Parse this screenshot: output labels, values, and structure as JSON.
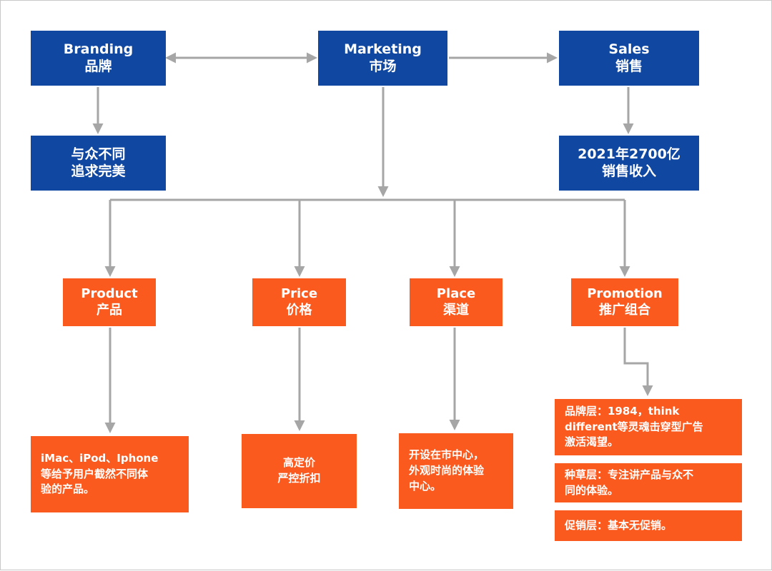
{
  "top": {
    "branding": {
      "en": "Branding",
      "zh": "品牌"
    },
    "marketing": {
      "en": "Marketing",
      "zh": "市场"
    },
    "sales": {
      "en": "Sales",
      "zh": "销售"
    }
  },
  "sub": {
    "branding_note": {
      "line1": "与众不同",
      "line2": "追求完美"
    },
    "sales_note": {
      "line1": "2021年2700亿",
      "line2": "销售收入"
    }
  },
  "four_p": {
    "product": {
      "en": "Product",
      "zh": "产品"
    },
    "price": {
      "en": "Price",
      "zh": "价格"
    },
    "place": {
      "en": "Place",
      "zh": "渠道"
    },
    "promotion": {
      "en": "Promotion",
      "zh": "推广组合"
    }
  },
  "details": {
    "product": {
      "line1": "iMac、iPod、Iphone",
      "line2": "等给予用户截然不同体",
      "line3": "验的产品。"
    },
    "price": {
      "line1": "高定价",
      "line2": "严控折扣"
    },
    "place": {
      "line1": "开设在市中心，",
      "line2": "外观时尚的体验",
      "line3": "中心。"
    },
    "promotion_brand": {
      "line1": "品牌层：1984，think",
      "line2": "different等灵魂击穿型广告",
      "line3": "激活渴望。"
    },
    "promotion_seed": {
      "line1": "种草层：专注讲产品与众不",
      "line2": "同的体验。"
    },
    "promotion_sales": {
      "line1": "促销层：基本无促销。"
    }
  },
  "colors": {
    "blue": "#0f47a1",
    "orange": "#fb5a1e",
    "connector": "#a6a6a6"
  }
}
